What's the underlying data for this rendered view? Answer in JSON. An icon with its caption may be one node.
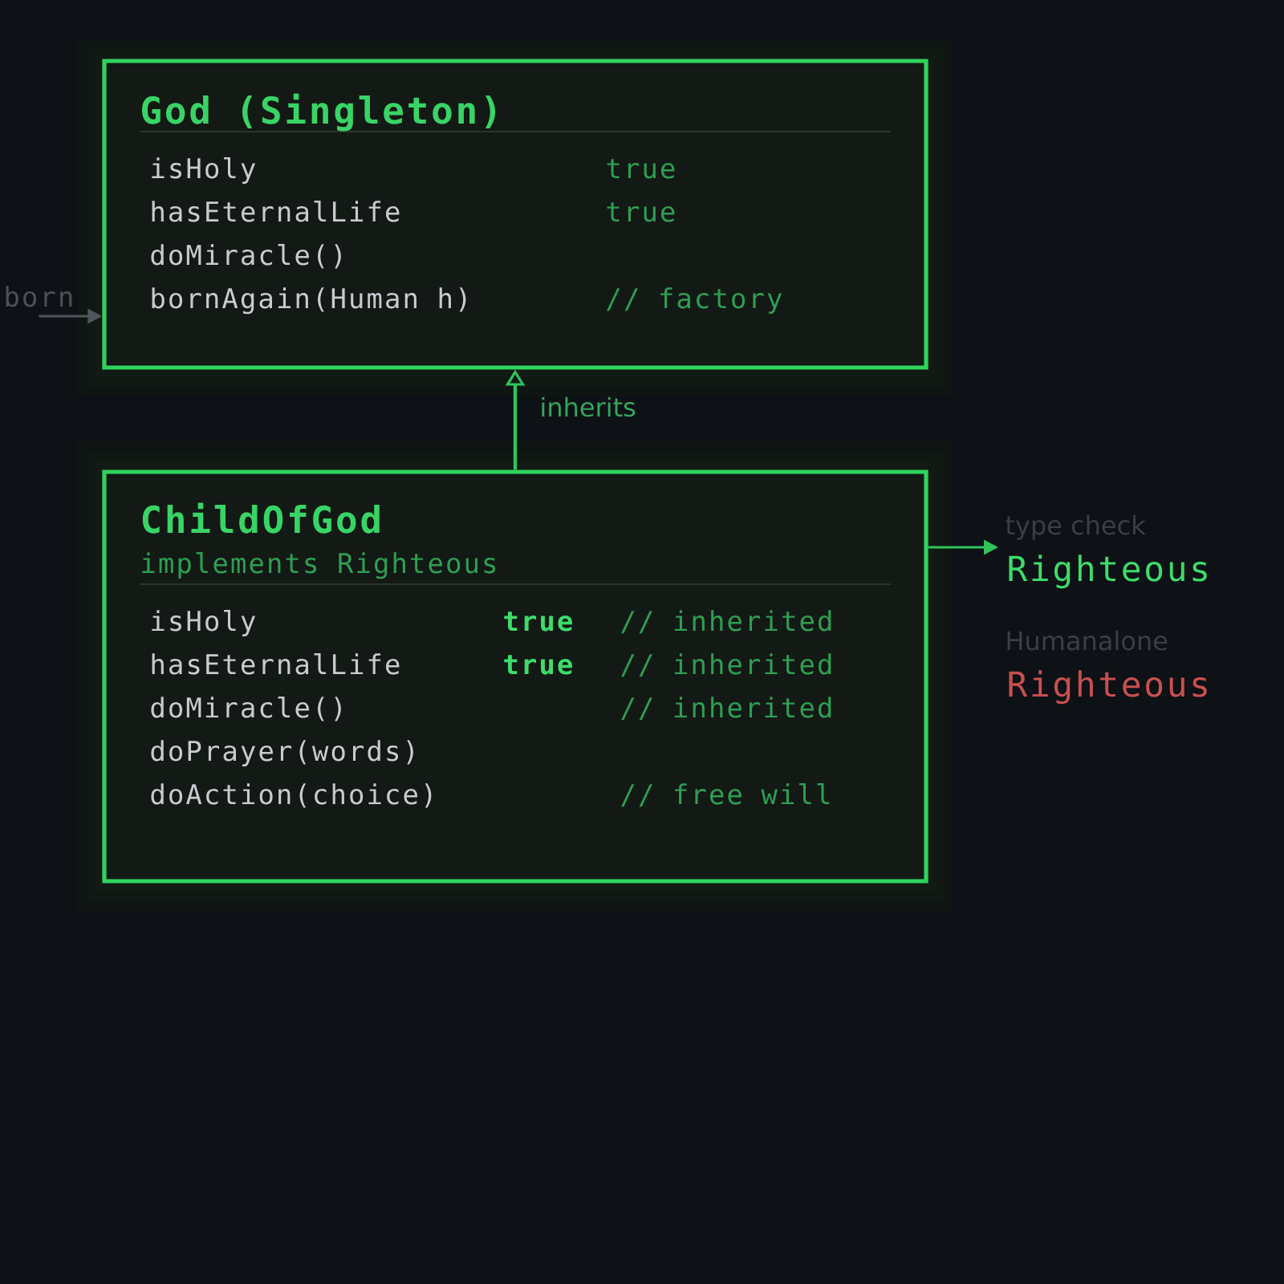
{
  "diagram": {
    "nodes": [
      {
        "text": [
          "God (Singleton)",
          "isHoly",
          "true",
          "hasEternalLife",
          "true",
          "doMiracle()",
          "bornAgain(Human h)",
          "// factory"
        ]
      },
      {
        "text": [
          "ChildOfGod",
          "implements Righteous",
          "isHoly",
          "true",
          "// inherited",
          "hasEternalLife",
          "true",
          "// inherited",
          "doMiracle()",
          "// inherited",
          "doPrayer(words)",
          "doAction(choice)",
          "// free will"
        ]
      },
      {
        "text": [
          "type check",
          "Righteous"
        ]
      },
      {
        "text": [
          "born"
        ]
      }
    ],
    "edges": [
      {
        "from": 1,
        "to": 0,
        "arrow": "to",
        "label": "inherits"
      },
      {
        "from": 1,
        "to": 2,
        "arrow": "to"
      },
      {
        "from": 3,
        "to": 0,
        "arrow": "to",
        "color": "#50565c"
      }
    ],
    "labels": [
      "Humanalone",
      "Righteous"
    ]
  }
}
